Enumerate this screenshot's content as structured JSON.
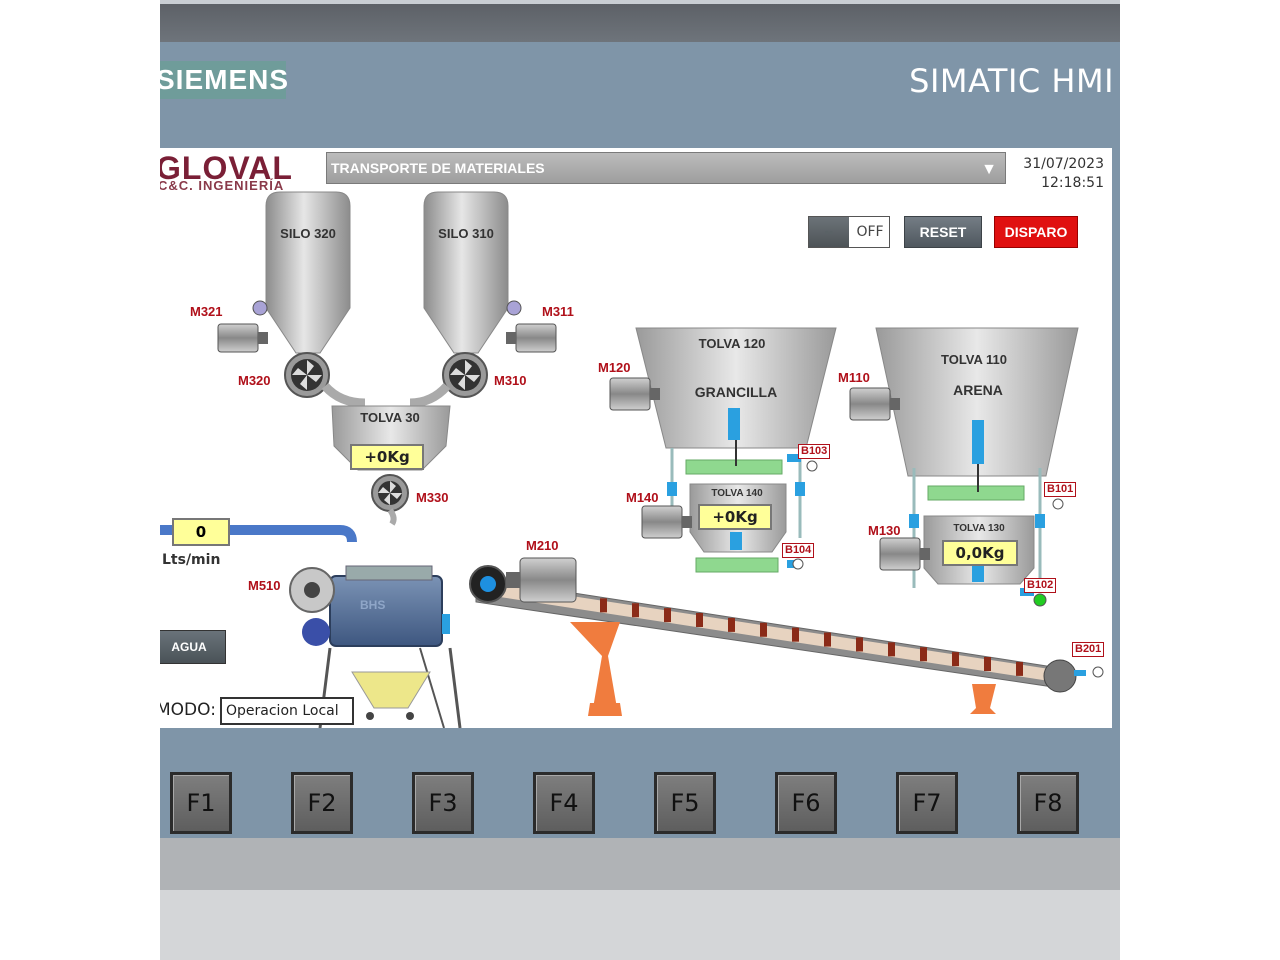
{
  "device": {
    "brand": "SIEMENS",
    "title": "SIMATIC HMI"
  },
  "screen": {
    "logo": "GLOVAL",
    "logo_sub": "C&C. INGENIERÍA",
    "selected_screen": "TRANSPORTE DE MATERIALES",
    "date": "31/07/2023",
    "time": "12:18:51",
    "toggle_state": "OFF",
    "reset_label": "RESET",
    "disparo_label": "DISPARO",
    "silos": [
      {
        "name": "SILO 320"
      },
      {
        "name": "SILO 310"
      }
    ],
    "motors": {
      "m321": "M321",
      "m311": "M311",
      "m320": "M320",
      "m310": "M310",
      "m330": "M330",
      "m120": "M120",
      "m110": "M110",
      "m140": "M140",
      "m130": "M130",
      "m210": "M210",
      "m510": "M510"
    },
    "hoppers": {
      "tolva30": {
        "name": "TOLVA 30",
        "weight": "+0Kg"
      },
      "tolva120": {
        "name": "TOLVA 120",
        "material": "GRANCILLA"
      },
      "tolva110": {
        "name": "TOLVA 110",
        "material": "ARENA"
      },
      "tolva140": {
        "name": "TOLVA 140",
        "weight": "+0Kg"
      },
      "tolva130": {
        "name": "TOLVA 130",
        "weight": "0,0Kg"
      }
    },
    "sensors": {
      "b103": "B103",
      "b101": "B101",
      "b104": "B104",
      "b102": "B102",
      "b201": "B201"
    },
    "mixer_label": "BHS",
    "flow_value": "0",
    "flow_unit": "Lts/min",
    "water_button": "AGUA",
    "mode_label": "MODO:",
    "mode_value": "Operacion Local"
  },
  "function_keys": [
    "F1",
    "F2",
    "F3",
    "F4",
    "F5",
    "F6",
    "F7",
    "F8"
  ],
  "colors": {
    "frame": "#7f95a8",
    "alarm_red": "#e01010",
    "display_yellow": "#ffff99",
    "sensor_ok_green": "#22cc22"
  }
}
